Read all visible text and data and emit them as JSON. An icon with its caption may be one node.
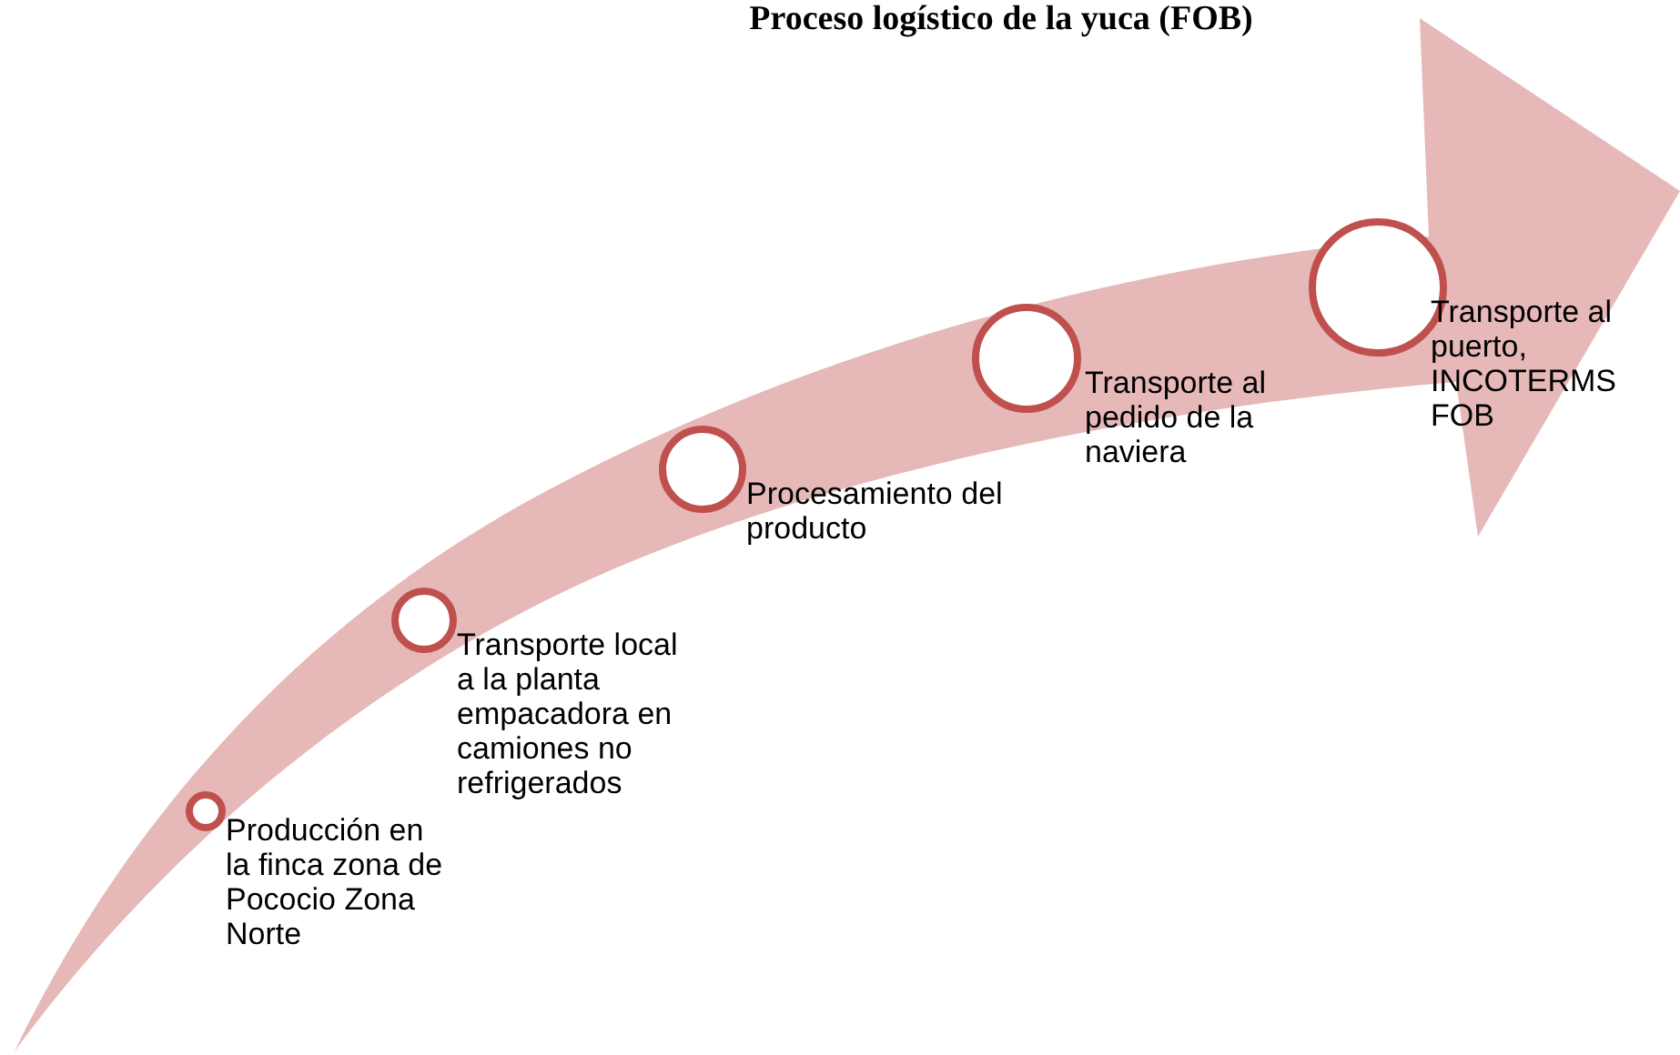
{
  "diagram": {
    "title": "Proceso logístico de la yuca (FOB)",
    "nodes": [
      {
        "text": [
          "Producción en la finca zona de Pococio Zona Norte"
        ]
      },
      {
        "text": [
          "Transporte local a la planta empacadora en camiones no refrigerados"
        ]
      },
      {
        "text": [
          "Procesamiento del producto"
        ]
      },
      {
        "text": [
          "Transporte al pedido de la naviera"
        ]
      },
      {
        "text": [
          "Transporte al puerto, INCOTERMS FOB"
        ]
      }
    ],
    "edges": []
  }
}
